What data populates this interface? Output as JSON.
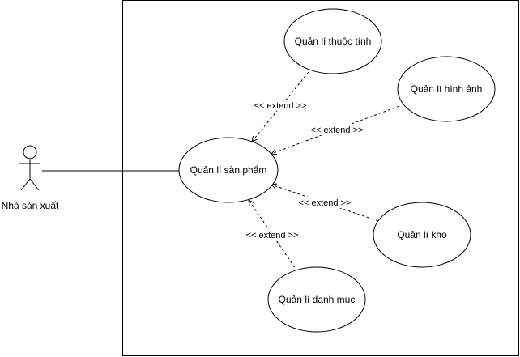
{
  "actor": {
    "label": "Nhà sản xuất"
  },
  "use_cases": {
    "main": "Quản lí sản phẩm",
    "attributes": "Quản lí thuộc tính",
    "images": "Quản lí hình ảnh",
    "warehouse": "Quản lí kho",
    "categories": "Quản lí danh mục"
  },
  "relations": {
    "attributes_extend": "<< extend >>",
    "images_extend": "<< extend >>",
    "warehouse_extend": "<< extend >>",
    "categories_extend": "<< extend >>"
  }
}
